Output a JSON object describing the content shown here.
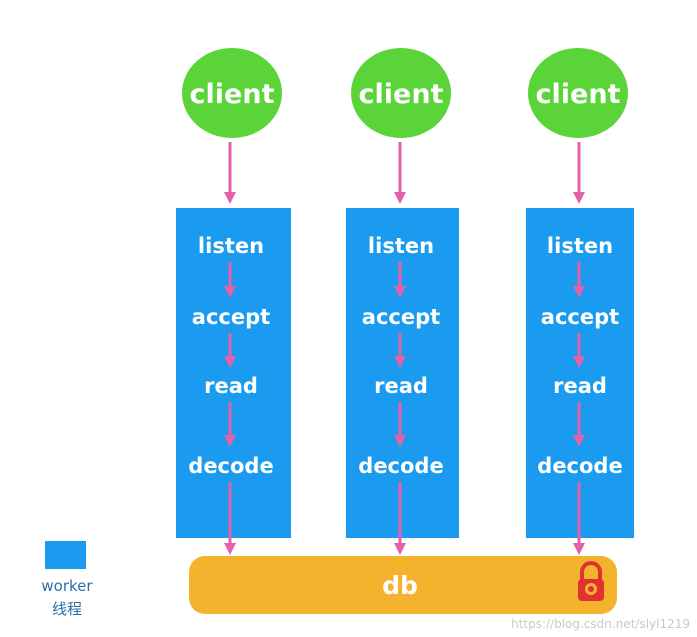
{
  "colors": {
    "client_fill": "#5bd43a",
    "worker_fill": "#1a9bf0",
    "db_fill": "#f4b32d",
    "arrow": "#e361a9",
    "lock": "#e03232",
    "legend_text": "#2c6fa8"
  },
  "columns": [
    {
      "client_label": "client",
      "steps": [
        "listen",
        "accept",
        "read",
        "decode"
      ]
    },
    {
      "client_label": "client",
      "steps": [
        "listen",
        "accept",
        "read",
        "decode"
      ]
    },
    {
      "client_label": "client",
      "steps": [
        "listen",
        "accept",
        "read",
        "decode"
      ]
    }
  ],
  "db": {
    "label": "db",
    "icon": "lock-icon"
  },
  "legend": {
    "label_line1": "worker",
    "label_line2": "线程"
  },
  "watermark": "https://blog.csdn.net/slyl1219"
}
